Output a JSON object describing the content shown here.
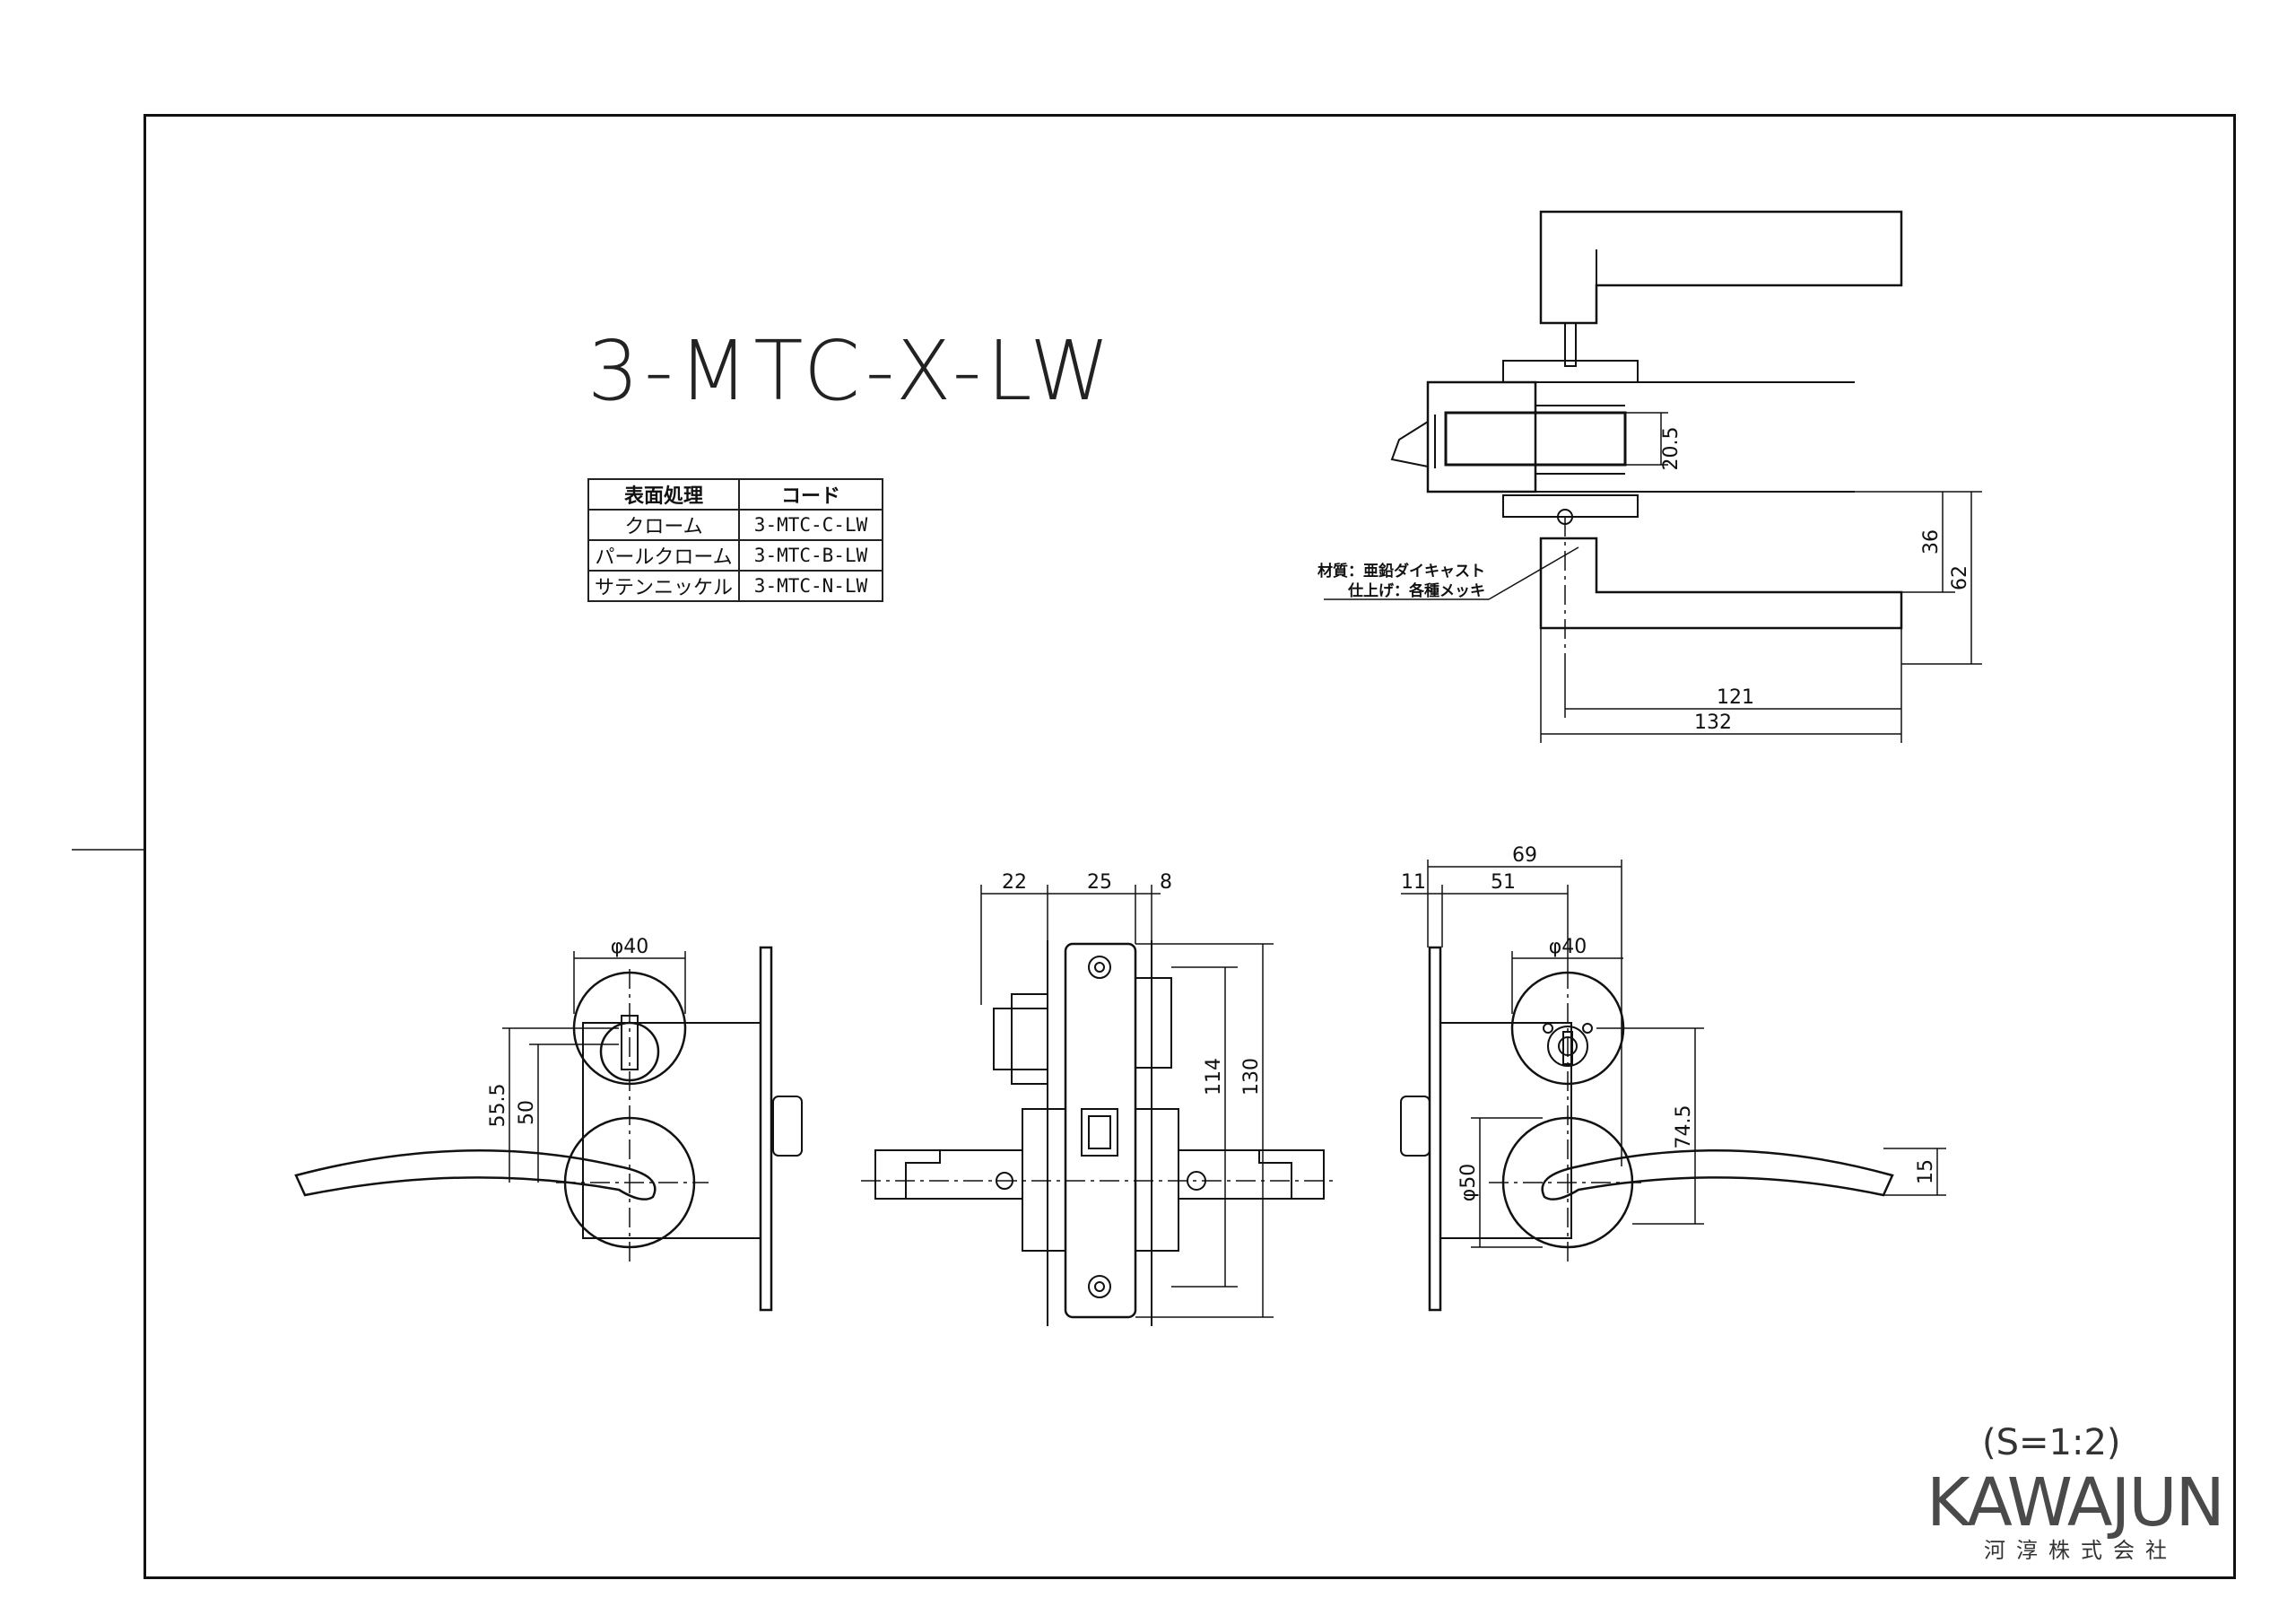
{
  "title": "3-MTC-X-LW",
  "finish_table": {
    "headers": [
      "表面処理",
      "コード"
    ],
    "rows": [
      [
        "クローム",
        "3-MTC-C-LW"
      ],
      [
        "パールクローム",
        "3-MTC-B-LW"
      ],
      [
        "サテンニッケル",
        "3-MTC-N-LW"
      ]
    ]
  },
  "notes": {
    "material": "材質：亜鉛ダイキャスト",
    "finish": "仕上げ：各種メッキ"
  },
  "dimensions": {
    "top_view": {
      "d20_5": "20.5",
      "d36": "36",
      "d62": "62",
      "d121": "121",
      "d132": "132"
    },
    "left_view": {
      "dia40": "φ40",
      "d55_5": "55.5",
      "d50": "50"
    },
    "center_view": {
      "d22": "22",
      "d25": "25",
      "d8": "8",
      "d114": "114",
      "d130": "130"
    },
    "right_view": {
      "d69": "69",
      "d11": "11",
      "d51": "51",
      "dia40": "φ40",
      "d74_5": "74.5",
      "dia50": "φ50",
      "d15": "15"
    }
  },
  "scale": "(S=1:2)",
  "brand": {
    "name": "KAWAJUN",
    "sub": "河淳株式会社"
  },
  "colors": {
    "line": "#111111",
    "brand": "#4a4a4a"
  }
}
